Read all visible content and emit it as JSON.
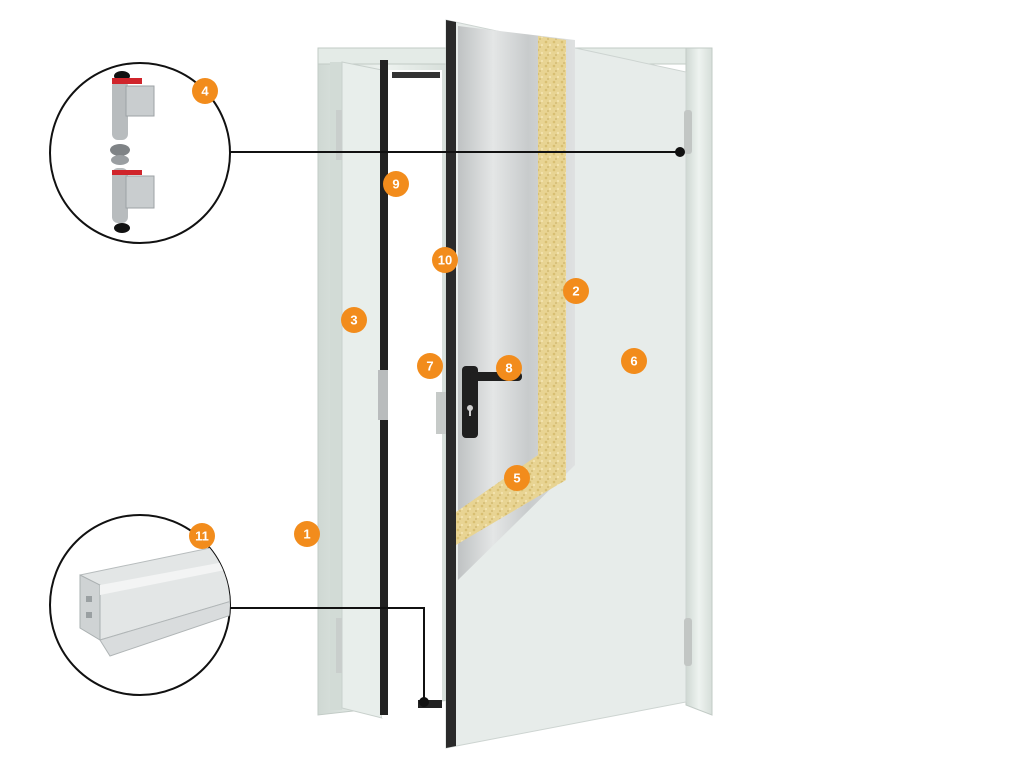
{
  "colors": {
    "badge": "#f28c1c",
    "frame": "#dfe7e3",
    "door_panel": "#e6ece9",
    "insulation": "#e6d08f",
    "steel": "#c9cccd",
    "leader_line": "#111111"
  },
  "callouts": [
    {
      "label": "1",
      "part": "frame"
    },
    {
      "label": "2",
      "part": "insulation-core"
    },
    {
      "label": "3",
      "part": "fixed-leaf"
    },
    {
      "label": "4",
      "part": "hinge-detail"
    },
    {
      "label": "5",
      "part": "insulation-corner"
    },
    {
      "label": "6",
      "part": "door-leaf-skin"
    },
    {
      "label": "7",
      "part": "lock-edge"
    },
    {
      "label": "8",
      "part": "door-handle"
    },
    {
      "label": "9",
      "part": "seal"
    },
    {
      "label": "10",
      "part": "inner-steel-sheet"
    },
    {
      "label": "11",
      "part": "frame-profile-detail"
    }
  ],
  "icons": [
    "hinge-icon",
    "frame-profile-icon",
    "door-handle-icon",
    "keyhole-icon"
  ]
}
